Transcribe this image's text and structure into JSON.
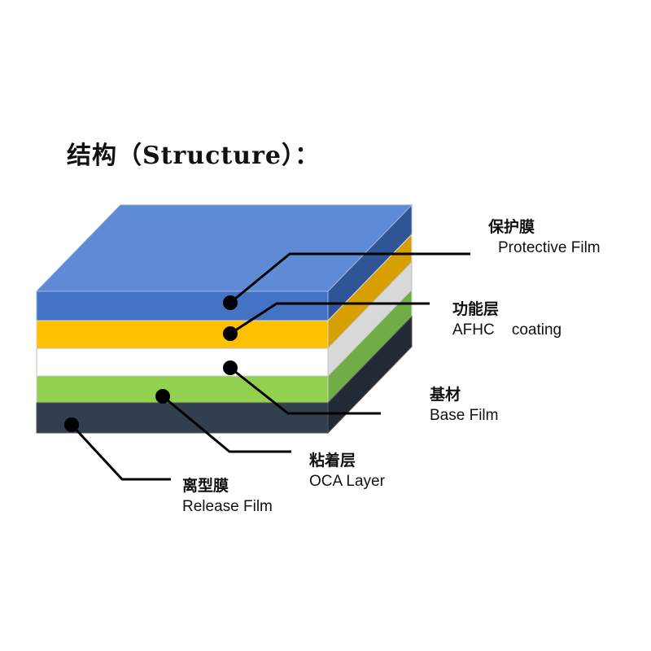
{
  "title": "结构（Structure）：",
  "colors": {
    "protective_film": "#4472C4",
    "afhc_coating": "#FFC000",
    "base_film": "#FFFFFF",
    "oca_layer": "#92D050",
    "release_film": "#323F4F",
    "leader_line": "#000000"
  },
  "layers": [
    {
      "zh": "保护膜",
      "en": "Protective Film"
    },
    {
      "zh": "功能层",
      "en": "AFHC    coating"
    },
    {
      "zh": "基材",
      "en": "Base Film"
    },
    {
      "zh": "粘着层",
      "en": "OCA Layer"
    },
    {
      "zh": "离型膜",
      "en": "Release Film"
    }
  ]
}
